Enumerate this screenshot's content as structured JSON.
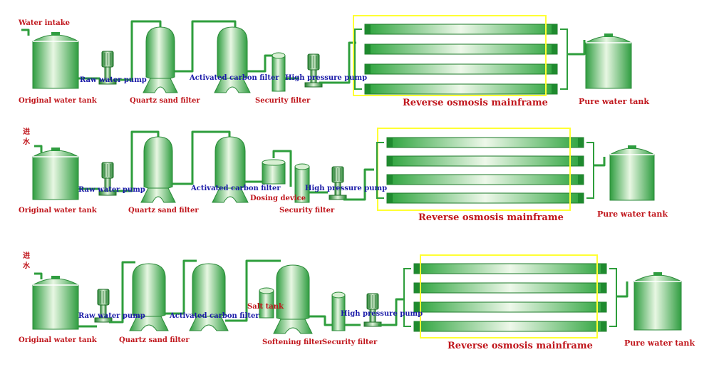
{
  "colors": {
    "pipe": "#2e9e3c",
    "tank_light": "#e9f7e4",
    "tank_dark": "#3aa84a",
    "membrane_frame": "#ffff33",
    "label_red": "#c0161c",
    "label_blue": "#1a1aa8"
  },
  "rows": [
    {
      "inlet_label": "Water intake",
      "original_tank": "Original water tank",
      "raw_pump": "Raw water pump",
      "sand_filter": "Quartz sand filter",
      "carbon_filter": "Activated carbon filter",
      "security_filter": "Security filter",
      "hp_pump": "High pressure pump",
      "ro": "Reverse osmosis mainframe",
      "pure_tank": "Pure water tank"
    },
    {
      "inlet_label": "进水",
      "original_tank": "Original water tank",
      "raw_pump": "Raw water pump",
      "sand_filter": "Quartz sand filter",
      "carbon_filter": "Activated carbon filter",
      "dosing": "Dosing device",
      "security_filter": "Security filter",
      "hp_pump": "High pressure pump",
      "ro": "Reverse osmosis mainframe",
      "pure_tank": "Pure water tank"
    },
    {
      "inlet_label": "进水",
      "original_tank": "Original water tank",
      "raw_pump": "Raw water pump",
      "sand_filter": "Quartz sand filter",
      "carbon_filter": "Activated carbon filter",
      "salt_tank": "Salt tank",
      "softening_filter": "Softening filter",
      "security_filter": "Security filter",
      "hp_pump": "High pressure pump",
      "ro": "Reverse osmosis mainframe",
      "pure_tank": "Pure water tank"
    }
  ]
}
